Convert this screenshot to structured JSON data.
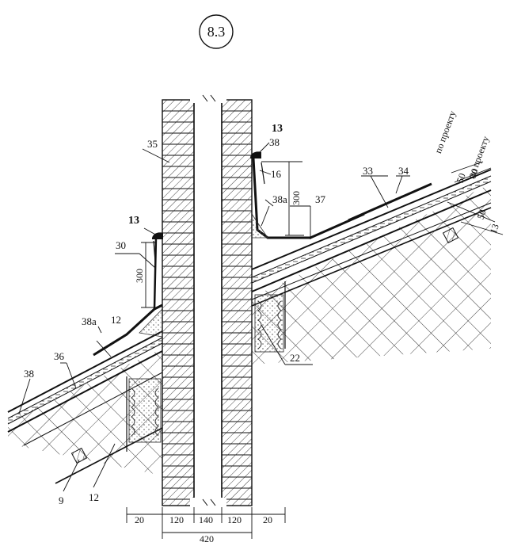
{
  "drawing": {
    "title": "8.3",
    "callouts": {
      "c35": "35",
      "c13_right": "13",
      "c38_right": "38",
      "c16": "16",
      "c38a_right": "38a",
      "c37": "37",
      "c33": "33",
      "c34": "34",
      "c13_left": "13",
      "c30_left": "30",
      "c38a_left": "38a",
      "c12_upper": "12",
      "c38_left": "38",
      "c36": "36",
      "c22": "22",
      "c9": "9",
      "c12_lower": "12"
    },
    "dimensions": {
      "h300_right": "300",
      "h300_left": "300",
      "roof_50_top": "50",
      "roof_30": "30",
      "roof_50_bottom": "50",
      "roof_13": "13",
      "po_proektu_1": "по проекту",
      "po_proektu_2": "по проекту",
      "w20_left": "20",
      "w120_left": "120",
      "w140": "140",
      "w120_right": "120",
      "w20_right": "20",
      "w420": "420"
    }
  }
}
